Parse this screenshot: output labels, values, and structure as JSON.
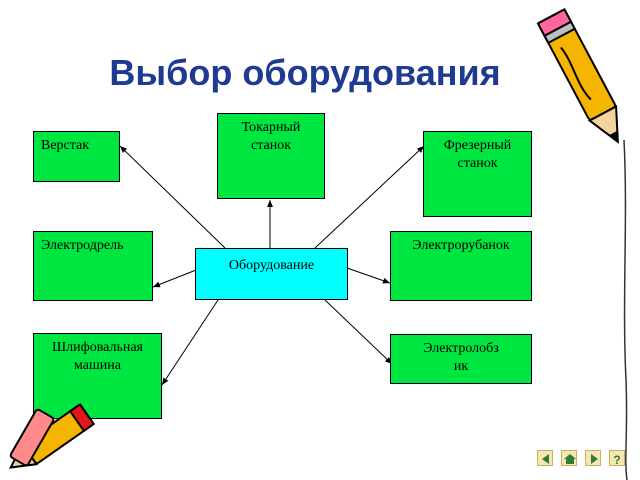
{
  "title": "Выбор оборудования",
  "center": "Оборудование",
  "nodes": {
    "verstak": "Верстак",
    "tokarny_1": "Токарный",
    "tokarny_2": "станок",
    "frezerny_1": "Фрезерный",
    "frezerny_2": "станок",
    "electrodrel": "Электродрель",
    "electrorubanok": "Электрорубанок",
    "shlif_1": "Шлифовальная",
    "shlif_2": "машина",
    "electrolobzik_1": "Электролобз",
    "electrolobzik_2": "ик"
  },
  "colors": {
    "node": "#00e640",
    "center": "#00ffff",
    "title": "#1f3a93"
  },
  "icons": [
    "pencil-icon-top-right",
    "pencil-icon-bottom-left",
    "prev-icon",
    "home-icon",
    "next-icon",
    "help-icon"
  ],
  "nav": {
    "help": "?"
  }
}
